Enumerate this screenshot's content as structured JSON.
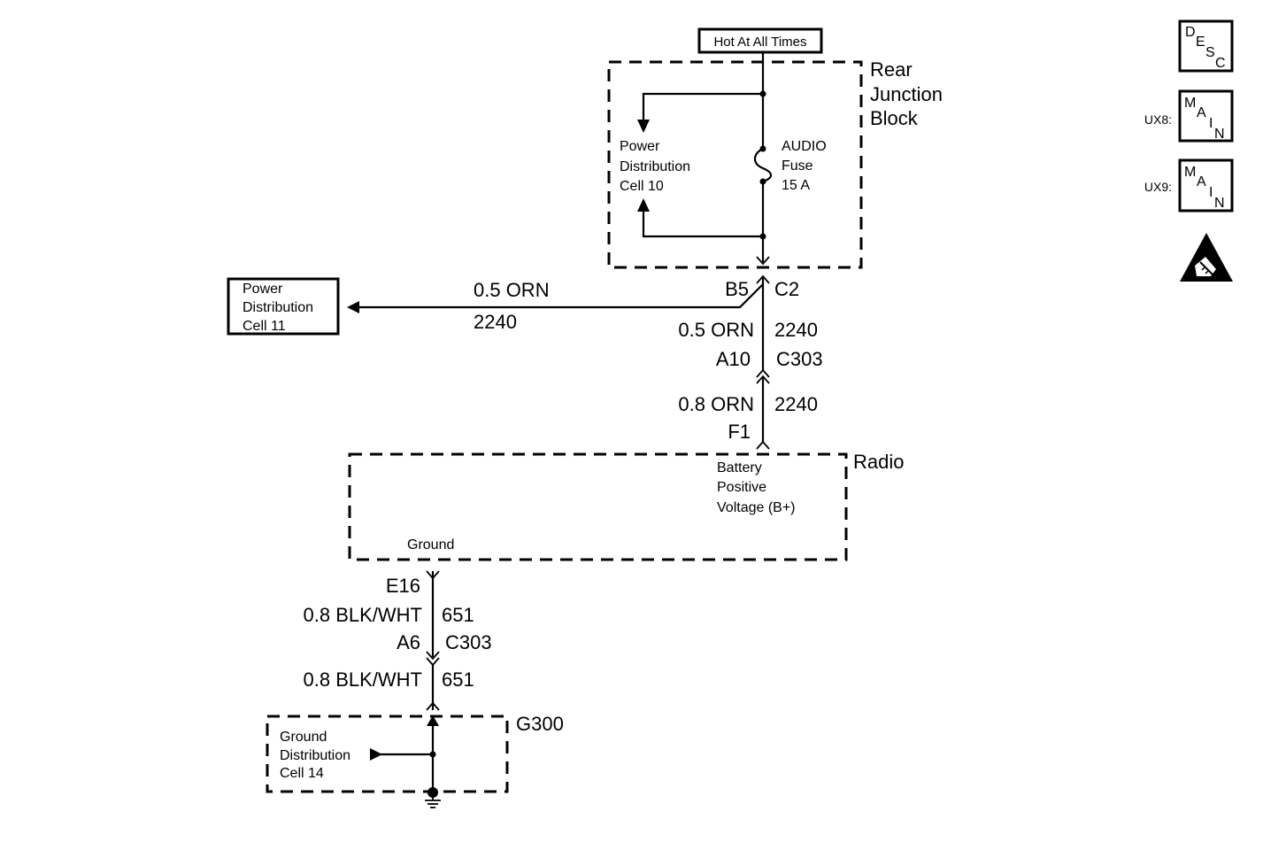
{
  "header": {
    "hot_label": "Hot At All Times"
  },
  "rear_junction_block": {
    "title_line1": "Rear",
    "title_line2": "Junction",
    "title_line3": "Block",
    "power_dist_line1": "Power",
    "power_dist_line2": "Distribution",
    "power_dist_line3": "Cell 10",
    "fuse_line1": "AUDIO",
    "fuse_line2": "Fuse",
    "fuse_line3": "15 A"
  },
  "connector_c2": {
    "pin": "B5",
    "name": "C2"
  },
  "power_cell_11": {
    "line1": "Power",
    "line2": "Distribution",
    "line3": "Cell 11"
  },
  "branch_wire": {
    "gauge_color": "0.5 ORN",
    "circuit": "2240"
  },
  "wire_c2_c303": {
    "gauge_color": "0.5 ORN",
    "circuit": "2240"
  },
  "connector_c303_top": {
    "pin": "A10",
    "name": "C303"
  },
  "wire_c303_radio": {
    "gauge_color": "0.8 ORN",
    "circuit": "2240"
  },
  "radio": {
    "pin": "F1",
    "title": "Radio",
    "bplus_line1": "Battery",
    "bplus_line2": "Positive",
    "bplus_line3": "Voltage (B+)",
    "ground_label": "Ground",
    "ground_pin": "E16"
  },
  "wire_radio_c303": {
    "gauge_color": "0.8 BLK/WHT",
    "circuit": "651"
  },
  "connector_c303_bottom": {
    "pin": "A6",
    "name": "C303"
  },
  "wire_c303_g300": {
    "gauge_color": "0.8 BLK/WHT",
    "circuit": "651"
  },
  "ground_g300": {
    "title": "G300",
    "line1": "Ground",
    "line2": "Distribution",
    "line3": "Cell 14"
  },
  "side_panel": {
    "desc_letters": [
      "D",
      "E",
      "S",
      "C"
    ],
    "ux8_label": "UX8:",
    "ux9_label": "UX9:",
    "main_letters": [
      "M",
      "A",
      "I",
      "N"
    ],
    "esd_icon": "esd-warning-icon"
  }
}
